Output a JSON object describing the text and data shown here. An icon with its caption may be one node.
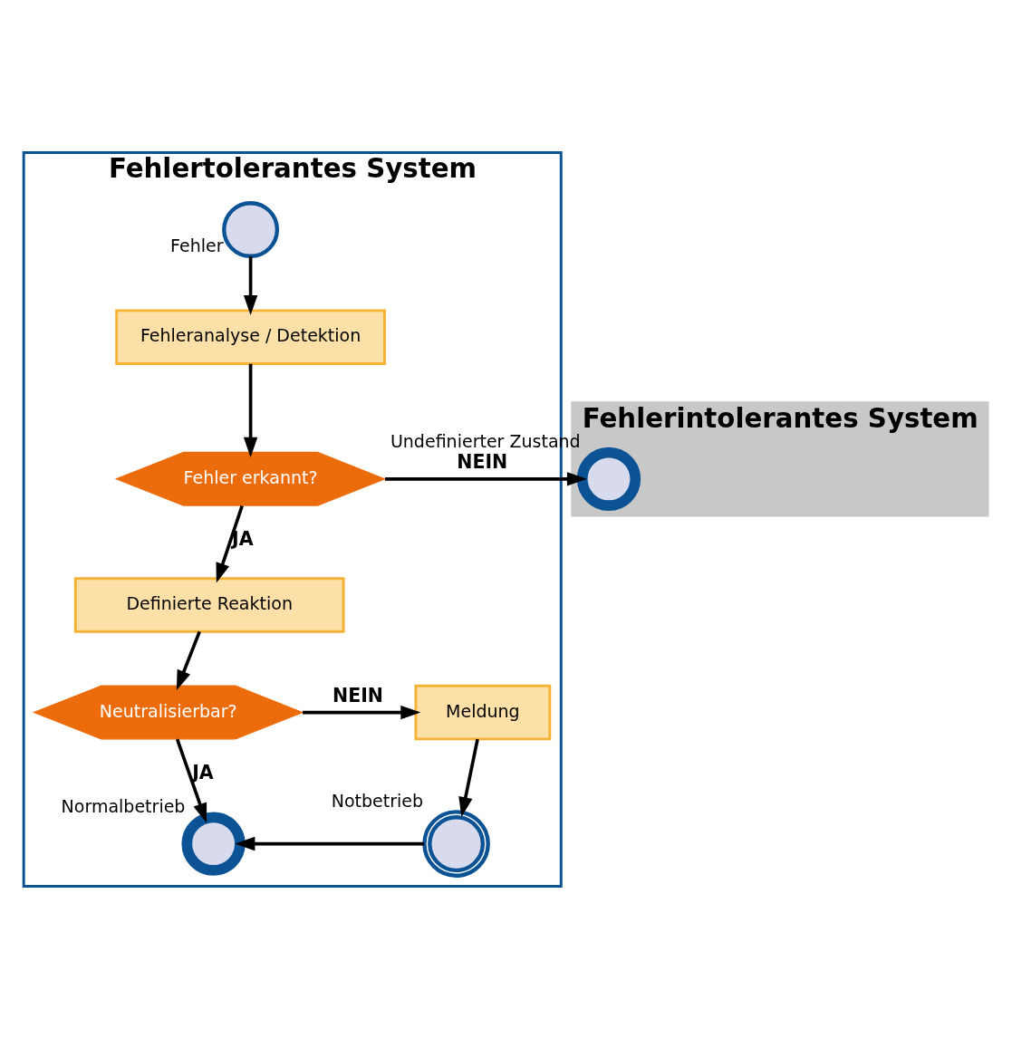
{
  "diagram": {
    "nodes": [
      {
        "text": [
          "Fehlertolerantes System"
        ]
      },
      {
        "text": [
          "Fehlerintolerantes System"
        ]
      },
      {
        "text": [],
        "shape": "circle",
        "beside": [
          "Fehler"
        ],
        "in": 0
      },
      {
        "text": [
          "Fehleranalyse / Detektion"
        ],
        "in": 0
      },
      {
        "text": [
          "Fehler erkannt?"
        ],
        "in": 0
      },
      {
        "text": [],
        "shape": "circle",
        "beside": [
          "Undefinierter Zustand"
        ],
        "in": 1
      },
      {
        "text": [
          "Definierte Reaktion"
        ],
        "in": 0
      },
      {
        "text": [
          "Neutralisierbar?"
        ],
        "in": 0
      },
      {
        "text": [
          "Meldung"
        ],
        "in": 0
      },
      {
        "text": [],
        "shape": "circle",
        "beside": [
          "Normalbetrieb"
        ],
        "in": 0
      },
      {
        "text": [],
        "shape": "circle",
        "beside": [
          "Notbetrieb"
        ],
        "in": 0
      }
    ],
    "edges": [
      {
        "from": 2,
        "to": 3,
        "arrow": "to"
      },
      {
        "from": 3,
        "to": 4,
        "arrow": "to"
      },
      {
        "from": 4,
        "to": 5,
        "arrow": "to",
        "label": "NEIN"
      },
      {
        "from": 4,
        "to": 6,
        "arrow": "to",
        "label": "JA"
      },
      {
        "from": 6,
        "to": 7,
        "arrow": "to"
      },
      {
        "from": 7,
        "to": 8,
        "arrow": "to",
        "label": "NEIN"
      },
      {
        "from": 7,
        "to": 9,
        "arrow": "to",
        "label": "JA"
      },
      {
        "from": 8,
        "to": 10,
        "arrow": "to"
      },
      {
        "from": 10,
        "to": 9,
        "arrow": "to"
      }
    ]
  }
}
